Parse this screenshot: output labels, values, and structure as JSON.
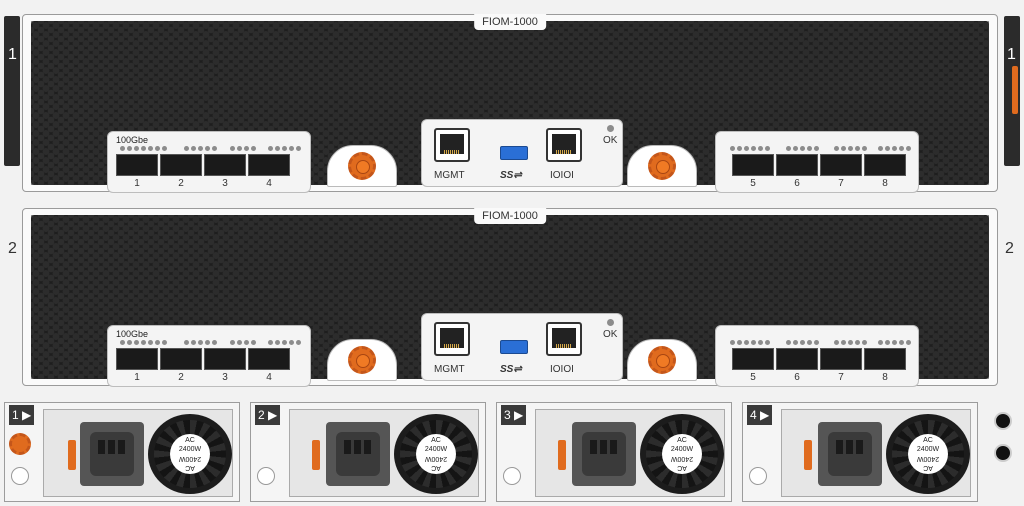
{
  "chassis": {
    "slot_labels": {
      "slot1_left": "1",
      "slot1_right": "1",
      "slot2_left": "2",
      "slot2_right": "2"
    },
    "modules": [
      {
        "model": "FIOM-1000",
        "speed_label": "100Gbe",
        "left_ports": [
          "1",
          "2",
          "3",
          "4"
        ],
        "right_ports": [
          "5",
          "6",
          "7",
          "8"
        ],
        "mgmt_label": "MGMT",
        "usb_label": "SS⇌",
        "serial_label": "IOIOI",
        "ok_label": "OK"
      },
      {
        "model": "FIOM-1000",
        "speed_label": "100Gbe",
        "left_ports": [
          "1",
          "2",
          "3",
          "4"
        ],
        "right_ports": [
          "5",
          "6",
          "7",
          "8"
        ],
        "mgmt_label": "MGMT",
        "usb_label": "SS⇌",
        "serial_label": "IOIOI",
        "ok_label": "OK"
      }
    ],
    "psus": [
      {
        "badge": "1 ▶",
        "rating_top": "AC",
        "rating_main": "2400W",
        "rating_bottom_1": "2400W",
        "rating_bottom_2": "AC"
      },
      {
        "badge": "2 ▶",
        "rating_top": "AC",
        "rating_main": "2400W",
        "rating_bottom_1": "2400W",
        "rating_bottom_2": "AC"
      },
      {
        "badge": "3 ▶",
        "rating_top": "AC",
        "rating_main": "2400W",
        "rating_bottom_1": "2400W",
        "rating_bottom_2": "AC"
      },
      {
        "badge": "4 ▶",
        "rating_top": "AC",
        "rating_main": "2400W",
        "rating_bottom_1": "2400W",
        "rating_bottom_2": "AC"
      }
    ]
  },
  "colors": {
    "accent_orange": "#e06b1e",
    "usb_blue": "#2a6fd6",
    "grille": "#1e1e1e"
  }
}
